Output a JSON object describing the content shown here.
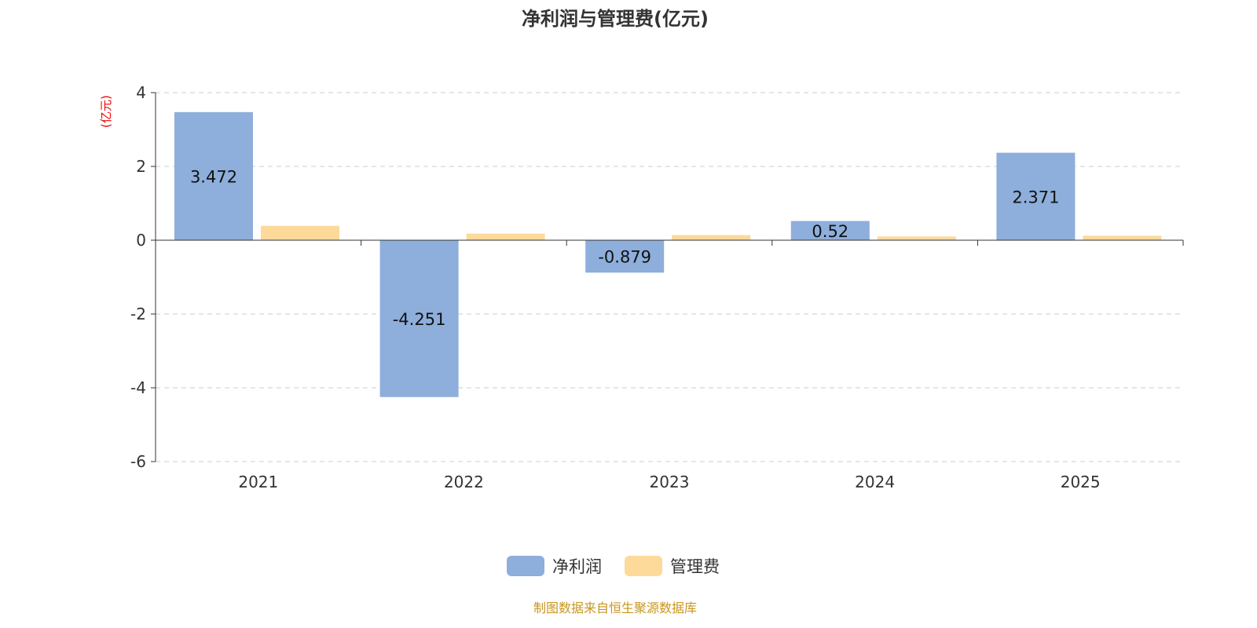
{
  "chart_data": {
    "type": "bar",
    "title": "净利润与管理费(亿元)",
    "ylabel": "(亿元)",
    "categories": [
      "2021",
      "2022",
      "2023",
      "2024",
      "2025"
    ],
    "series": [
      {
        "name": "净利润",
        "color": "#8eaedb",
        "values": [
          3.472,
          -4.251,
          -0.879,
          0.52,
          2.371
        ],
        "labels": [
          "3.472",
          "-4.251",
          "-0.879",
          "0.52",
          "2.371"
        ]
      },
      {
        "name": "管理费",
        "color": "#fdd99a",
        "values": [
          0.39,
          0.18,
          0.14,
          0.1,
          0.12
        ]
      }
    ],
    "ylim": [
      -6,
      4
    ],
    "yticks": [
      4,
      2,
      0,
      -2,
      -4,
      -6
    ],
    "grid": true,
    "legend": "bottom-center"
  },
  "footer": "制图数据来自恒生聚源数据库"
}
